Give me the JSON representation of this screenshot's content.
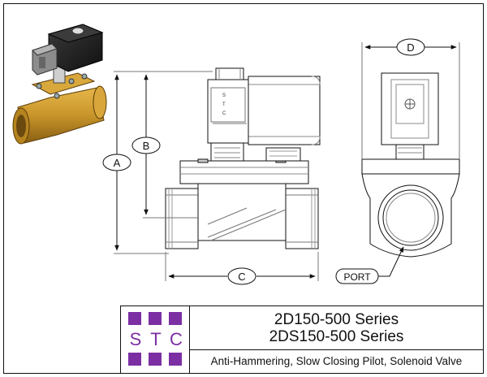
{
  "dimensions": {
    "A": "A",
    "B": "B",
    "C": "C",
    "D": "D"
  },
  "callouts": {
    "port": "PORT"
  },
  "coil_marking": [
    "S",
    "T",
    "C"
  ],
  "title_block": {
    "logo_letters": [
      "S",
      "T",
      "C"
    ],
    "series_line_1": "2D150-500 Series",
    "series_line_2": "2DS150-500 Series",
    "description": "Anti-Hammering, Slow Closing Pilot, Solenoid Valve"
  },
  "colors": {
    "logo_purple": "#7b2fa3",
    "brass": "#c8952a",
    "coil_black": "#1c1c1c",
    "line": "#111111"
  }
}
